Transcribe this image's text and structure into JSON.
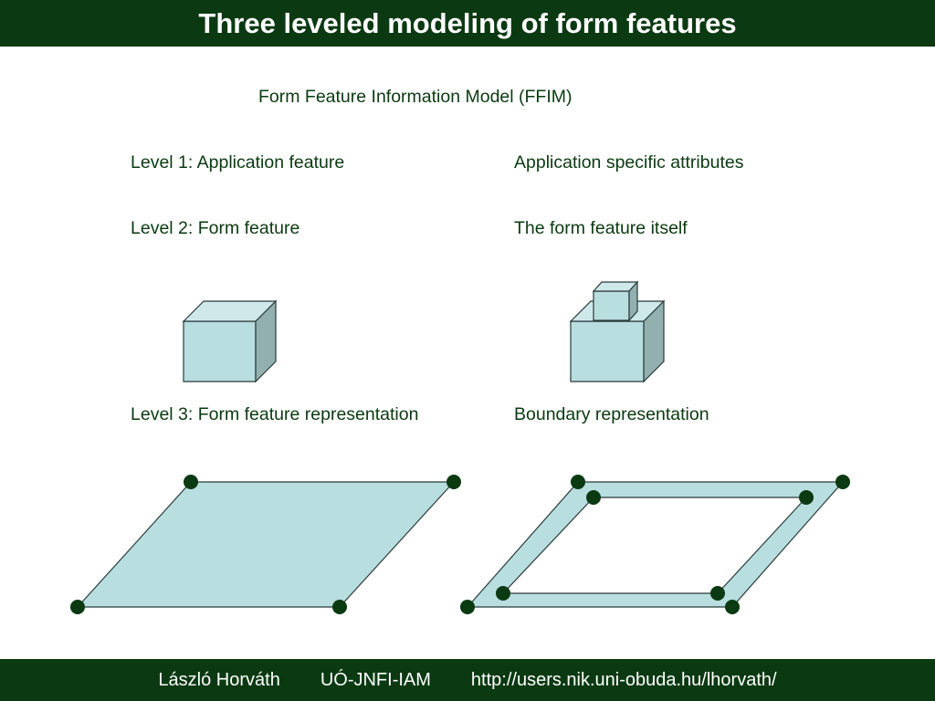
{
  "slide": {
    "title": "Three leveled modeling of form features",
    "subtitle": "Form Feature Information Model (FFIM)"
  },
  "levels": [
    {
      "label": "Level 1:",
      "name": " Application feature",
      "description": "Application specific attributes"
    },
    {
      "label": "Level 2",
      "name": ": Form feature",
      "description": "The form feature itself"
    },
    {
      "label": "Level 3",
      "name": ": Form feature representation",
      "description": "Boundary representation"
    }
  ],
  "footer": {
    "author": "László Horváth",
    "institution": "UÓ-JNFI-IAM",
    "url": "http://users.nik.uni-obuda.hu/lhorvath/"
  },
  "colors": {
    "header_bg": "#0b3a12",
    "shape_fill": "#b9dee0",
    "shape_side": "#92b0b0",
    "shape_top": "#cfe8ea",
    "vertex": "#0b3a12"
  }
}
